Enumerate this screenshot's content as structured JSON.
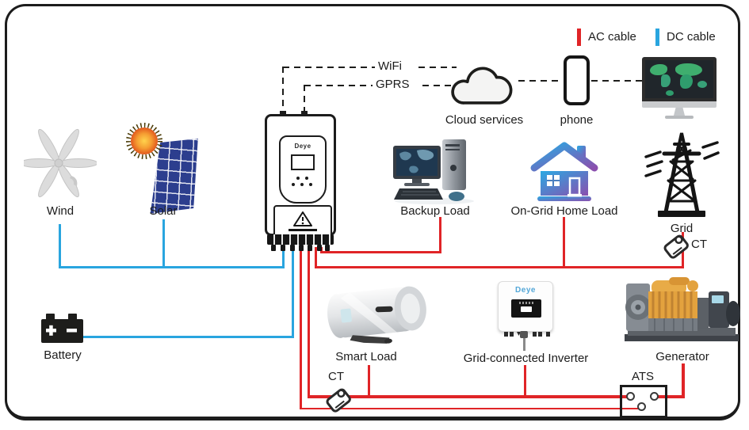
{
  "legend": {
    "ac_label": "AC cable",
    "ac_color": "#e02427",
    "dc_label": "DC cable",
    "dc_color": "#29a5df"
  },
  "comms": {
    "wifi_label": "WiFi",
    "gprs_label": "GPRS",
    "cloud_label": "Cloud services",
    "phone_label": "phone"
  },
  "devices": {
    "inverter_brand": "Deye",
    "gci_brand": "Deye"
  },
  "nodes": {
    "wind": "Wind",
    "solar": "Solar",
    "battery": "Battery",
    "backup_load": "Backup Load",
    "ongrid_home_load": "On-Grid Home Load",
    "grid": "Grid",
    "ct_grid": "CT",
    "smart_load": "Smart Load",
    "grid_connected_inverter": "Grid-connected Inverter",
    "generator": "Generator",
    "ats": "ATS",
    "ct_load": "CT"
  },
  "icons": {
    "wind": "wind-turbine-icon",
    "solar": "solar-panel-icon",
    "battery": "battery-icon",
    "inverter": "hybrid-inverter-icon",
    "cloud": "cloud-icon",
    "phone": "smartphone-icon",
    "monitor": "monitor-world-map-icon",
    "backup_load": "desktop-computer-icon",
    "ongrid_home_load": "house-icon",
    "grid": "transmission-tower-icon",
    "smart_load": "water-heater-icon",
    "grid_connected_inverter": "string-inverter-icon",
    "generator": "diesel-generator-icon",
    "ct": "current-transformer-clamp-icon"
  }
}
